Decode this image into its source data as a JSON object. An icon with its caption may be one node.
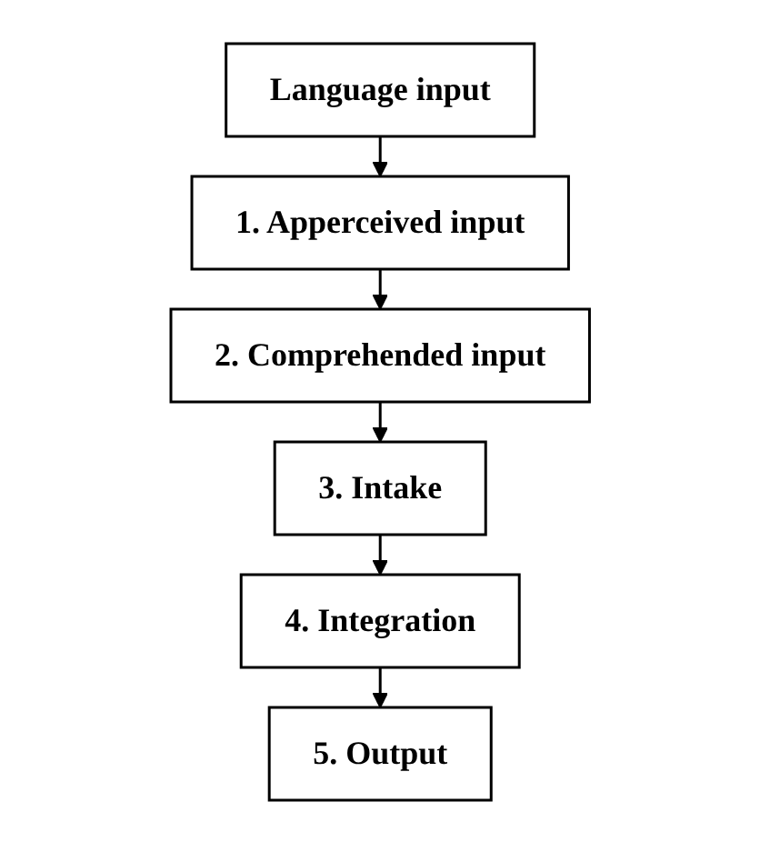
{
  "diagram": {
    "nodes": [
      {
        "text": [
          "Language input"
        ]
      },
      {
        "text": [
          "1. Apperceived input"
        ]
      },
      {
        "text": [
          "2. Comprehended input"
        ]
      },
      {
        "text": [
          "3. Intake"
        ]
      },
      {
        "text": [
          "4. Integration"
        ]
      },
      {
        "text": [
          "5. Output"
        ]
      }
    ],
    "edges": [
      {
        "from": 0,
        "to": 1,
        "arrow": "to"
      },
      {
        "from": 1,
        "to": 2,
        "arrow": "to"
      },
      {
        "from": 2,
        "to": 3,
        "arrow": "to"
      },
      {
        "from": 3,
        "to": 4,
        "arrow": "to"
      },
      {
        "from": 4,
        "to": 5,
        "arrow": "to"
      }
    ]
  }
}
